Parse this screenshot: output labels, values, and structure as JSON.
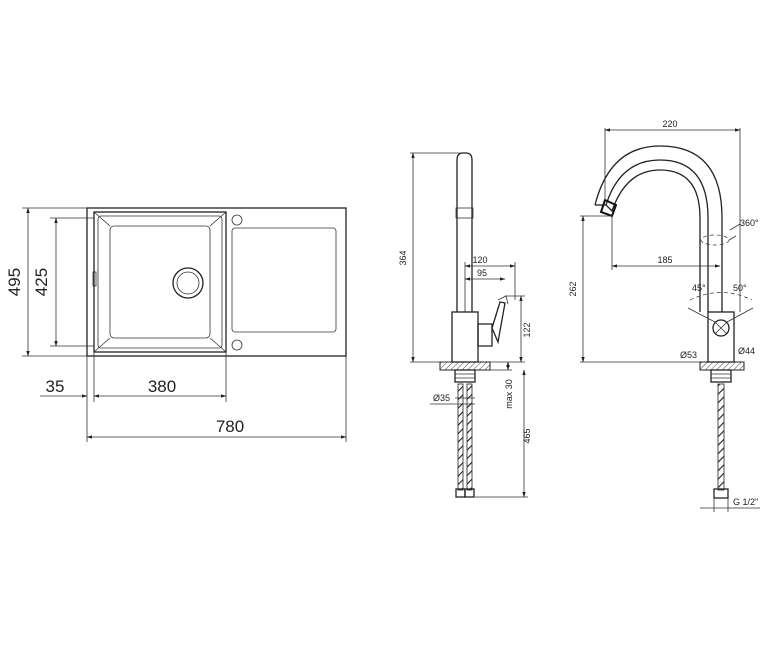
{
  "sink": {
    "dim_height_outer": "495",
    "dim_height_bowl": "425",
    "dim_offset": "35",
    "dim_bowl_width": "380",
    "dim_total_width": "780"
  },
  "faucet_side": {
    "dim_height": "364",
    "dim_120": "120",
    "dim_95": "95",
    "dim_122": "122",
    "dim_max30": "max 30",
    "dim_dia35": "Ø35",
    "dim_465": "465"
  },
  "faucet_front": {
    "dim_220": "220",
    "dim_360deg": "360°",
    "dim_185": "185",
    "dim_262": "262",
    "dim_45deg": "45°",
    "dim_50deg": "50°",
    "dim_dia53": "Ø53",
    "dim_dia44": "Ø44",
    "dim_thread": "G 1/2\""
  }
}
